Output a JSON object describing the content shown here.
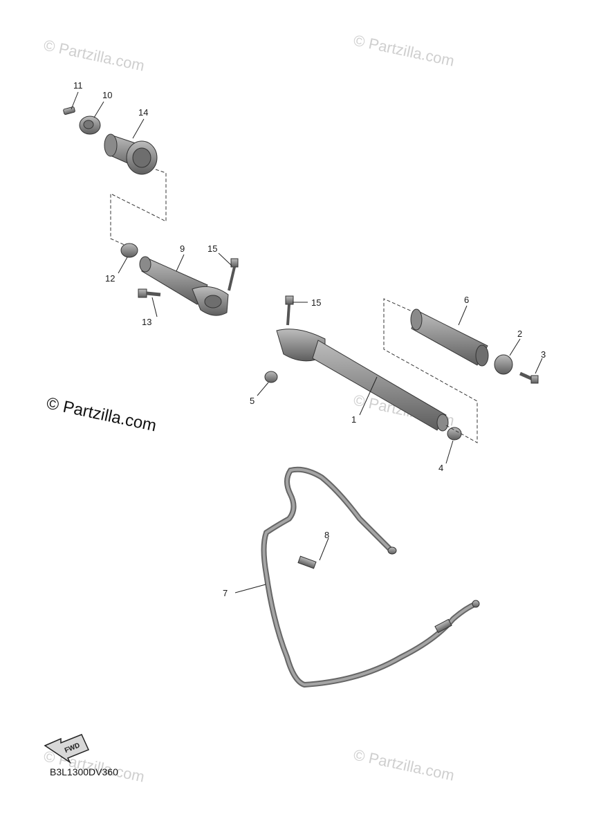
{
  "watermarks": {
    "top_left": "© Partzilla.com",
    "top_right": "© Partzilla.com",
    "center": "© Partzilla.com",
    "middle_left": "© Partzilla.com",
    "bottom_left": "© Partzilla.com",
    "bottom_right": "© Partzilla.com"
  },
  "diagram_code": "B3L1300DV360",
  "fwd_label": "FWD",
  "callouts": {
    "c1": "1",
    "c2": "2",
    "c3": "3",
    "c4": "4",
    "c5": "5",
    "c6": "6",
    "c7": "7",
    "c8": "8",
    "c9": "9",
    "c10": "10",
    "c11": "11",
    "c12": "12",
    "c13": "13",
    "c14": "14",
    "c15a": "15",
    "c15b": "15"
  },
  "colors": {
    "part_fill": "#9a9a9a",
    "part_dark": "#6e6e6e",
    "line": "#222222",
    "watermark": "#cfcfcf"
  }
}
